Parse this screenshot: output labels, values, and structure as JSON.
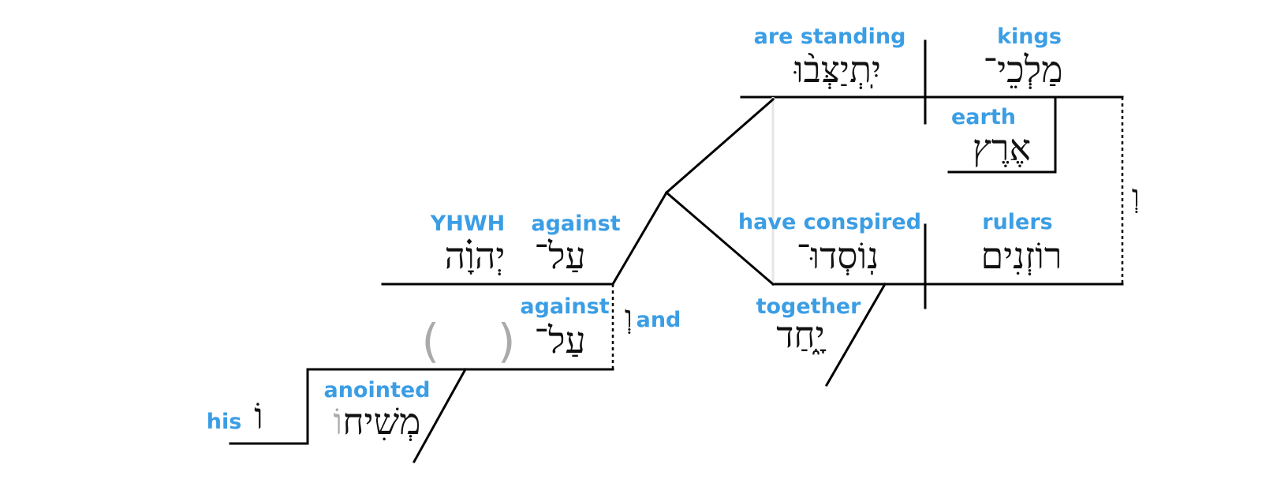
{
  "colors": {
    "gloss": "#3b9ee5",
    "line": "#000000",
    "implied": "#aaaaaa"
  },
  "clause1": {
    "subject": {
      "hebrew": "מַלְכֵי־",
      "gloss": "kings"
    },
    "modifier": {
      "hebrew": "אֶרֶץ",
      "gloss": "earth"
    },
    "verb": {
      "hebrew": "יִֽתְיַצְּב֨וּ",
      "gloss": "are standing"
    }
  },
  "conjunction": {
    "hebrew": "וְ"
  },
  "clause2": {
    "subject": {
      "hebrew": "רוֹזְנִים",
      "gloss": "rulers"
    },
    "verb": {
      "hebrew": "נֽוֹסְדוּ־",
      "gloss": "have conspired"
    },
    "adverb": {
      "hebrew": "יָ֑חַד",
      "gloss": "together"
    }
  },
  "pp1": {
    "prep": {
      "hebrew": "עַל־",
      "gloss": "against"
    },
    "object": {
      "hebrew": "יְהוָ֗ה",
      "gloss": "YHWH"
    }
  },
  "pp_conj": {
    "hebrew": "וְ",
    "gloss": "and"
  },
  "pp2": {
    "prep": {
      "hebrew": "עַל־",
      "gloss": "against"
    },
    "object_placeholder": "(    )",
    "noun": {
      "hebrew": "מְשִׁיח",
      "implied_letter": "וֹ",
      "gloss": "anointed"
    },
    "suffix": {
      "hebrew": "וֹ",
      "gloss": "his"
    }
  }
}
